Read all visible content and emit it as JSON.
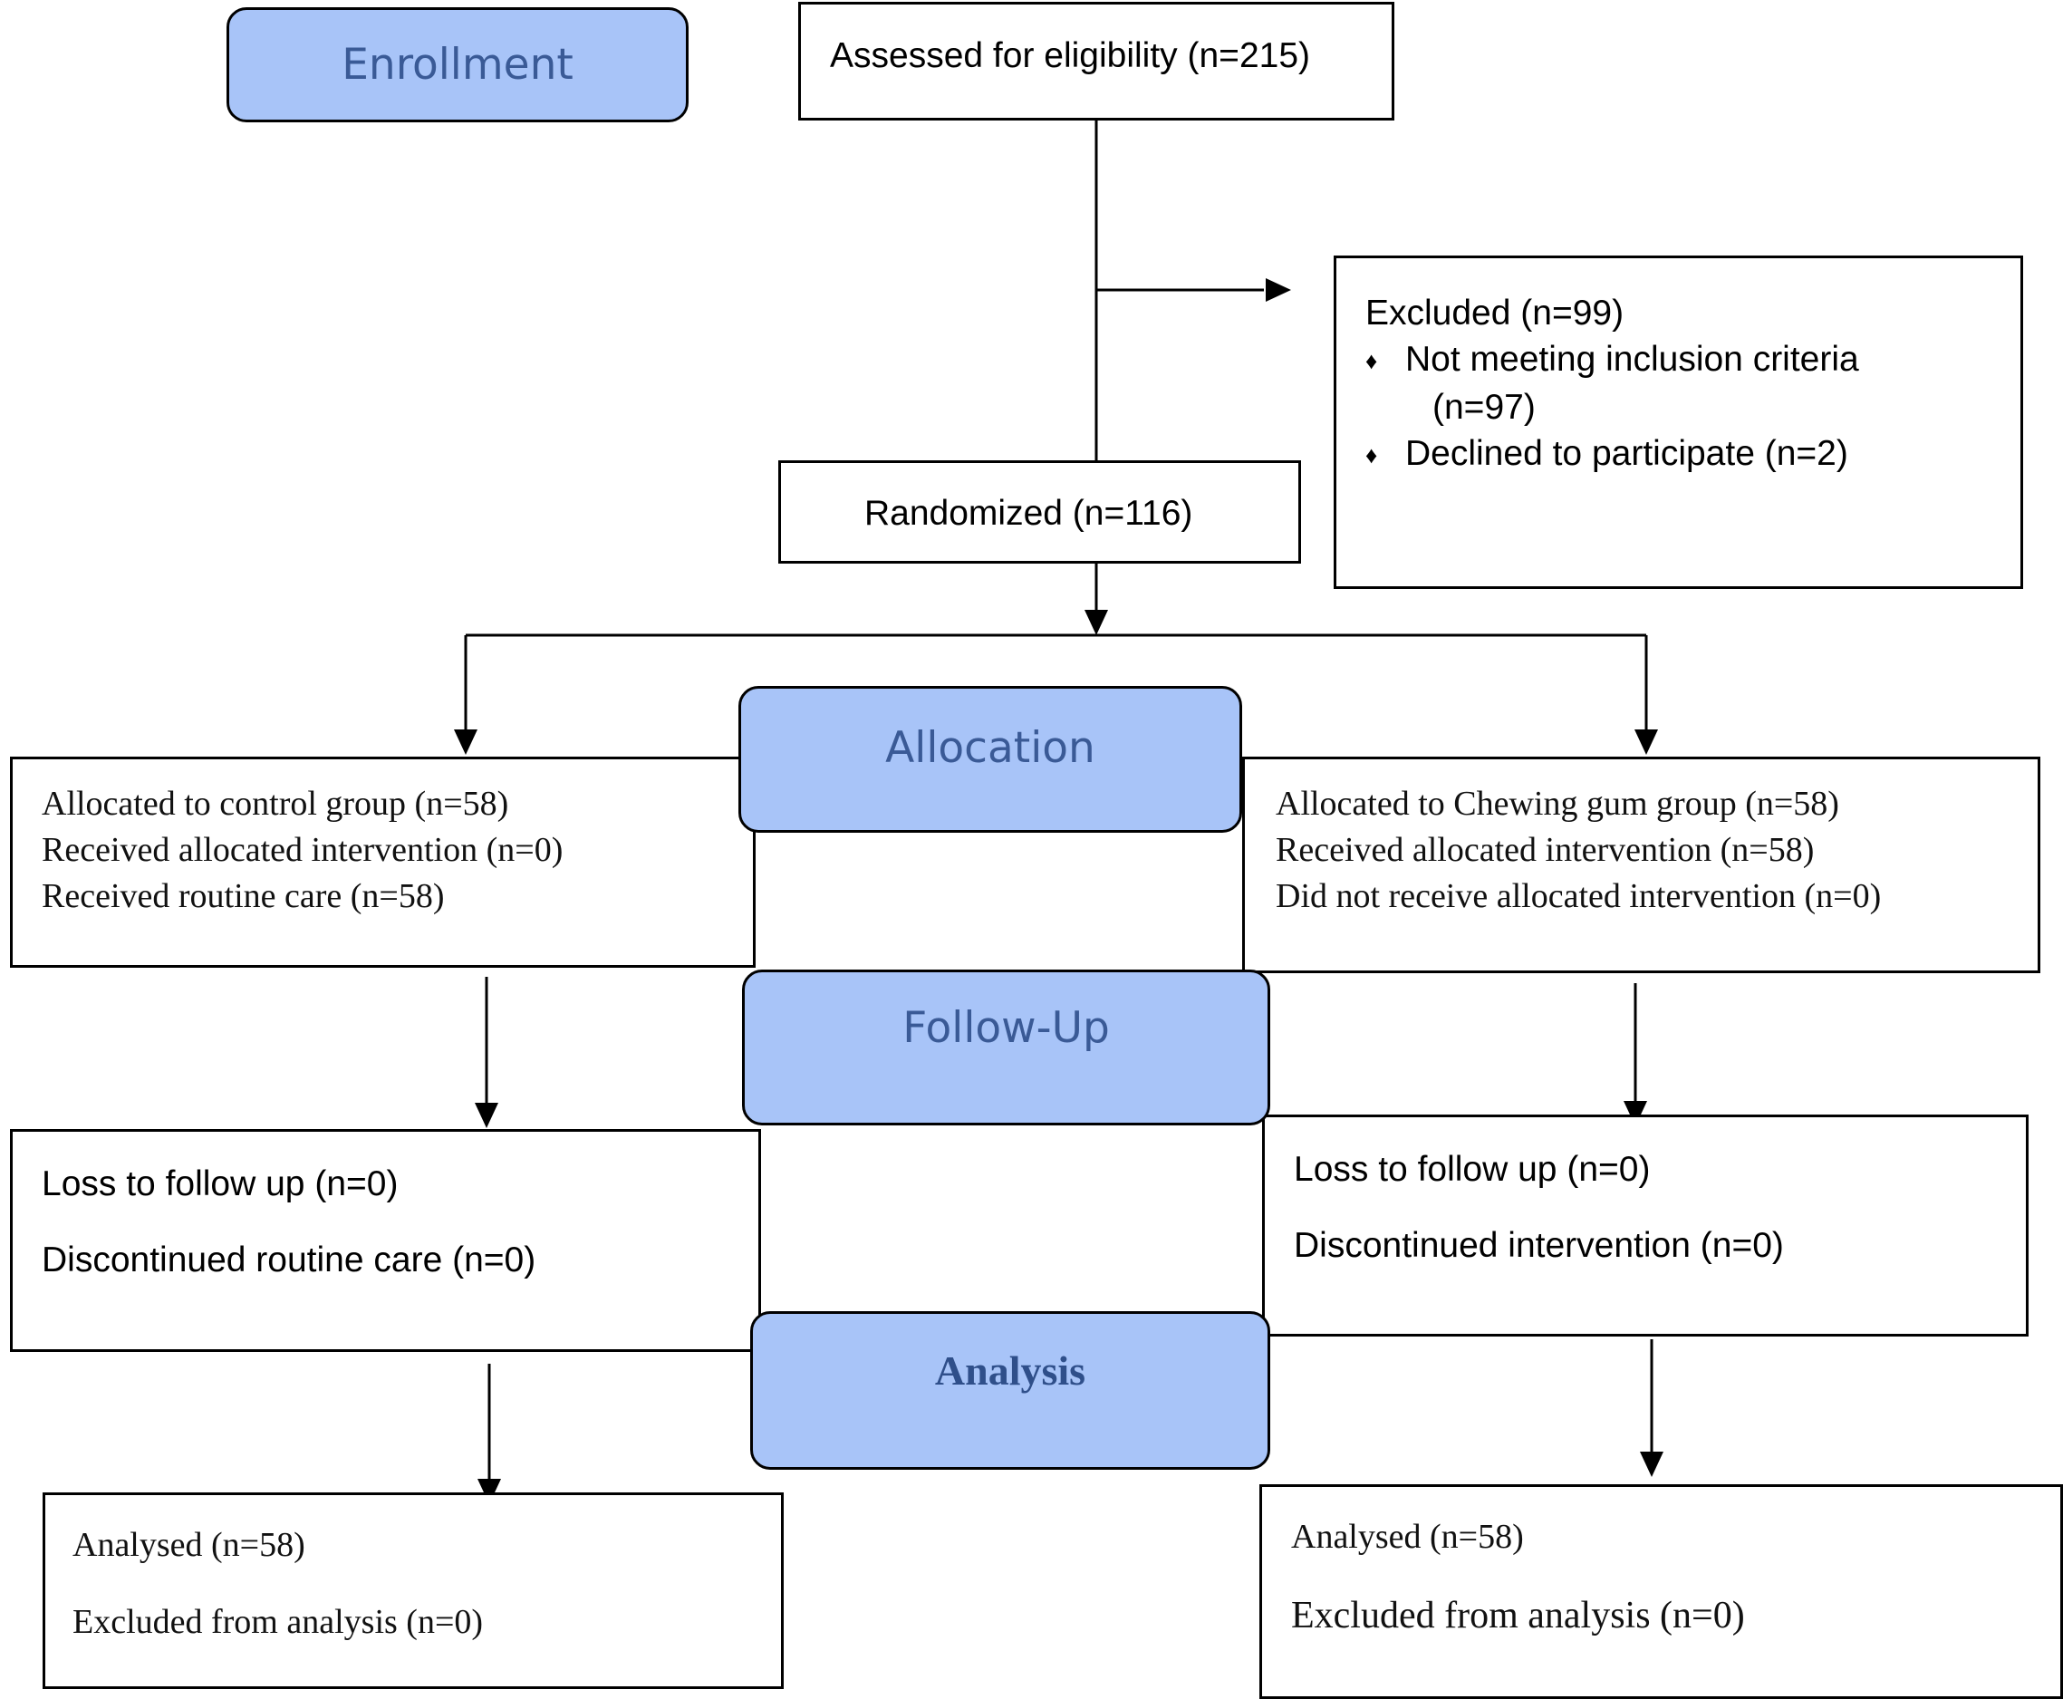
{
  "stages": {
    "enrollment": "Enrollment",
    "allocation": "Allocation",
    "follow_up": "Follow-Up",
    "analysis": "Analysis"
  },
  "assessed": "Assessed for eligibility (n=215)",
  "excluded": {
    "title": "Excluded (n=99)",
    "bullet_glyph": "♦",
    "items": [
      {
        "line1": "Not meeting inclusion criteria",
        "line2": "(n=97)"
      },
      {
        "line1": "Declined to participate (n=2)"
      }
    ]
  },
  "randomized": "Randomized (n=116)",
  "control": {
    "allocation": [
      "Allocated to control group (n=58)",
      "Received allocated intervention (n=0)",
      "Received routine care (n=58)"
    ],
    "follow_up": [
      "Loss to follow up (n=0)",
      "Discontinued routine care (n=0)"
    ],
    "analysis": [
      "Analysed (n=58)",
      "Excluded from analysis (n=0)"
    ]
  },
  "chewing_gum": {
    "allocation": [
      "Allocated to Chewing gum group (n=58)",
      "Received allocated intervention (n=58)",
      "Did not receive allocated intervention (n=0)"
    ],
    "follow_up": [
      "Loss to follow up (n=0)",
      "Discontinued intervention (n=0)"
    ],
    "analysis": [
      "Analysed (n=58)",
      "Excluded from analysis (n=0)"
    ]
  }
}
